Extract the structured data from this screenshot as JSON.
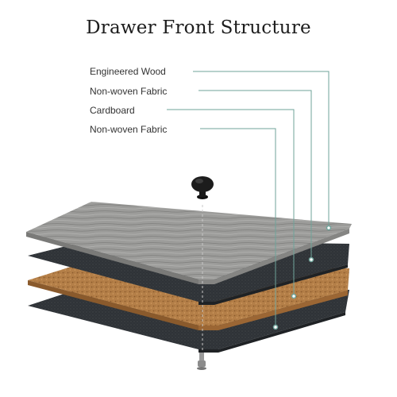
{
  "diagram": {
    "title": "Drawer Front Structure",
    "layers": [
      {
        "label": "Engineered Wood"
      },
      {
        "label": "Non-woven Fabric"
      },
      {
        "label": "Cardboard"
      },
      {
        "label": "Non-woven Fabric"
      }
    ],
    "colors": {
      "leader_line": "#6fa39a",
      "wood": "#9a9a98",
      "fabric": "#2e3236",
      "cardboard": "#b58048",
      "knob": "#1a1a1a",
      "screw": "#8c8c8c"
    },
    "icons": [
      "knob-icon",
      "screw-icon"
    ]
  }
}
